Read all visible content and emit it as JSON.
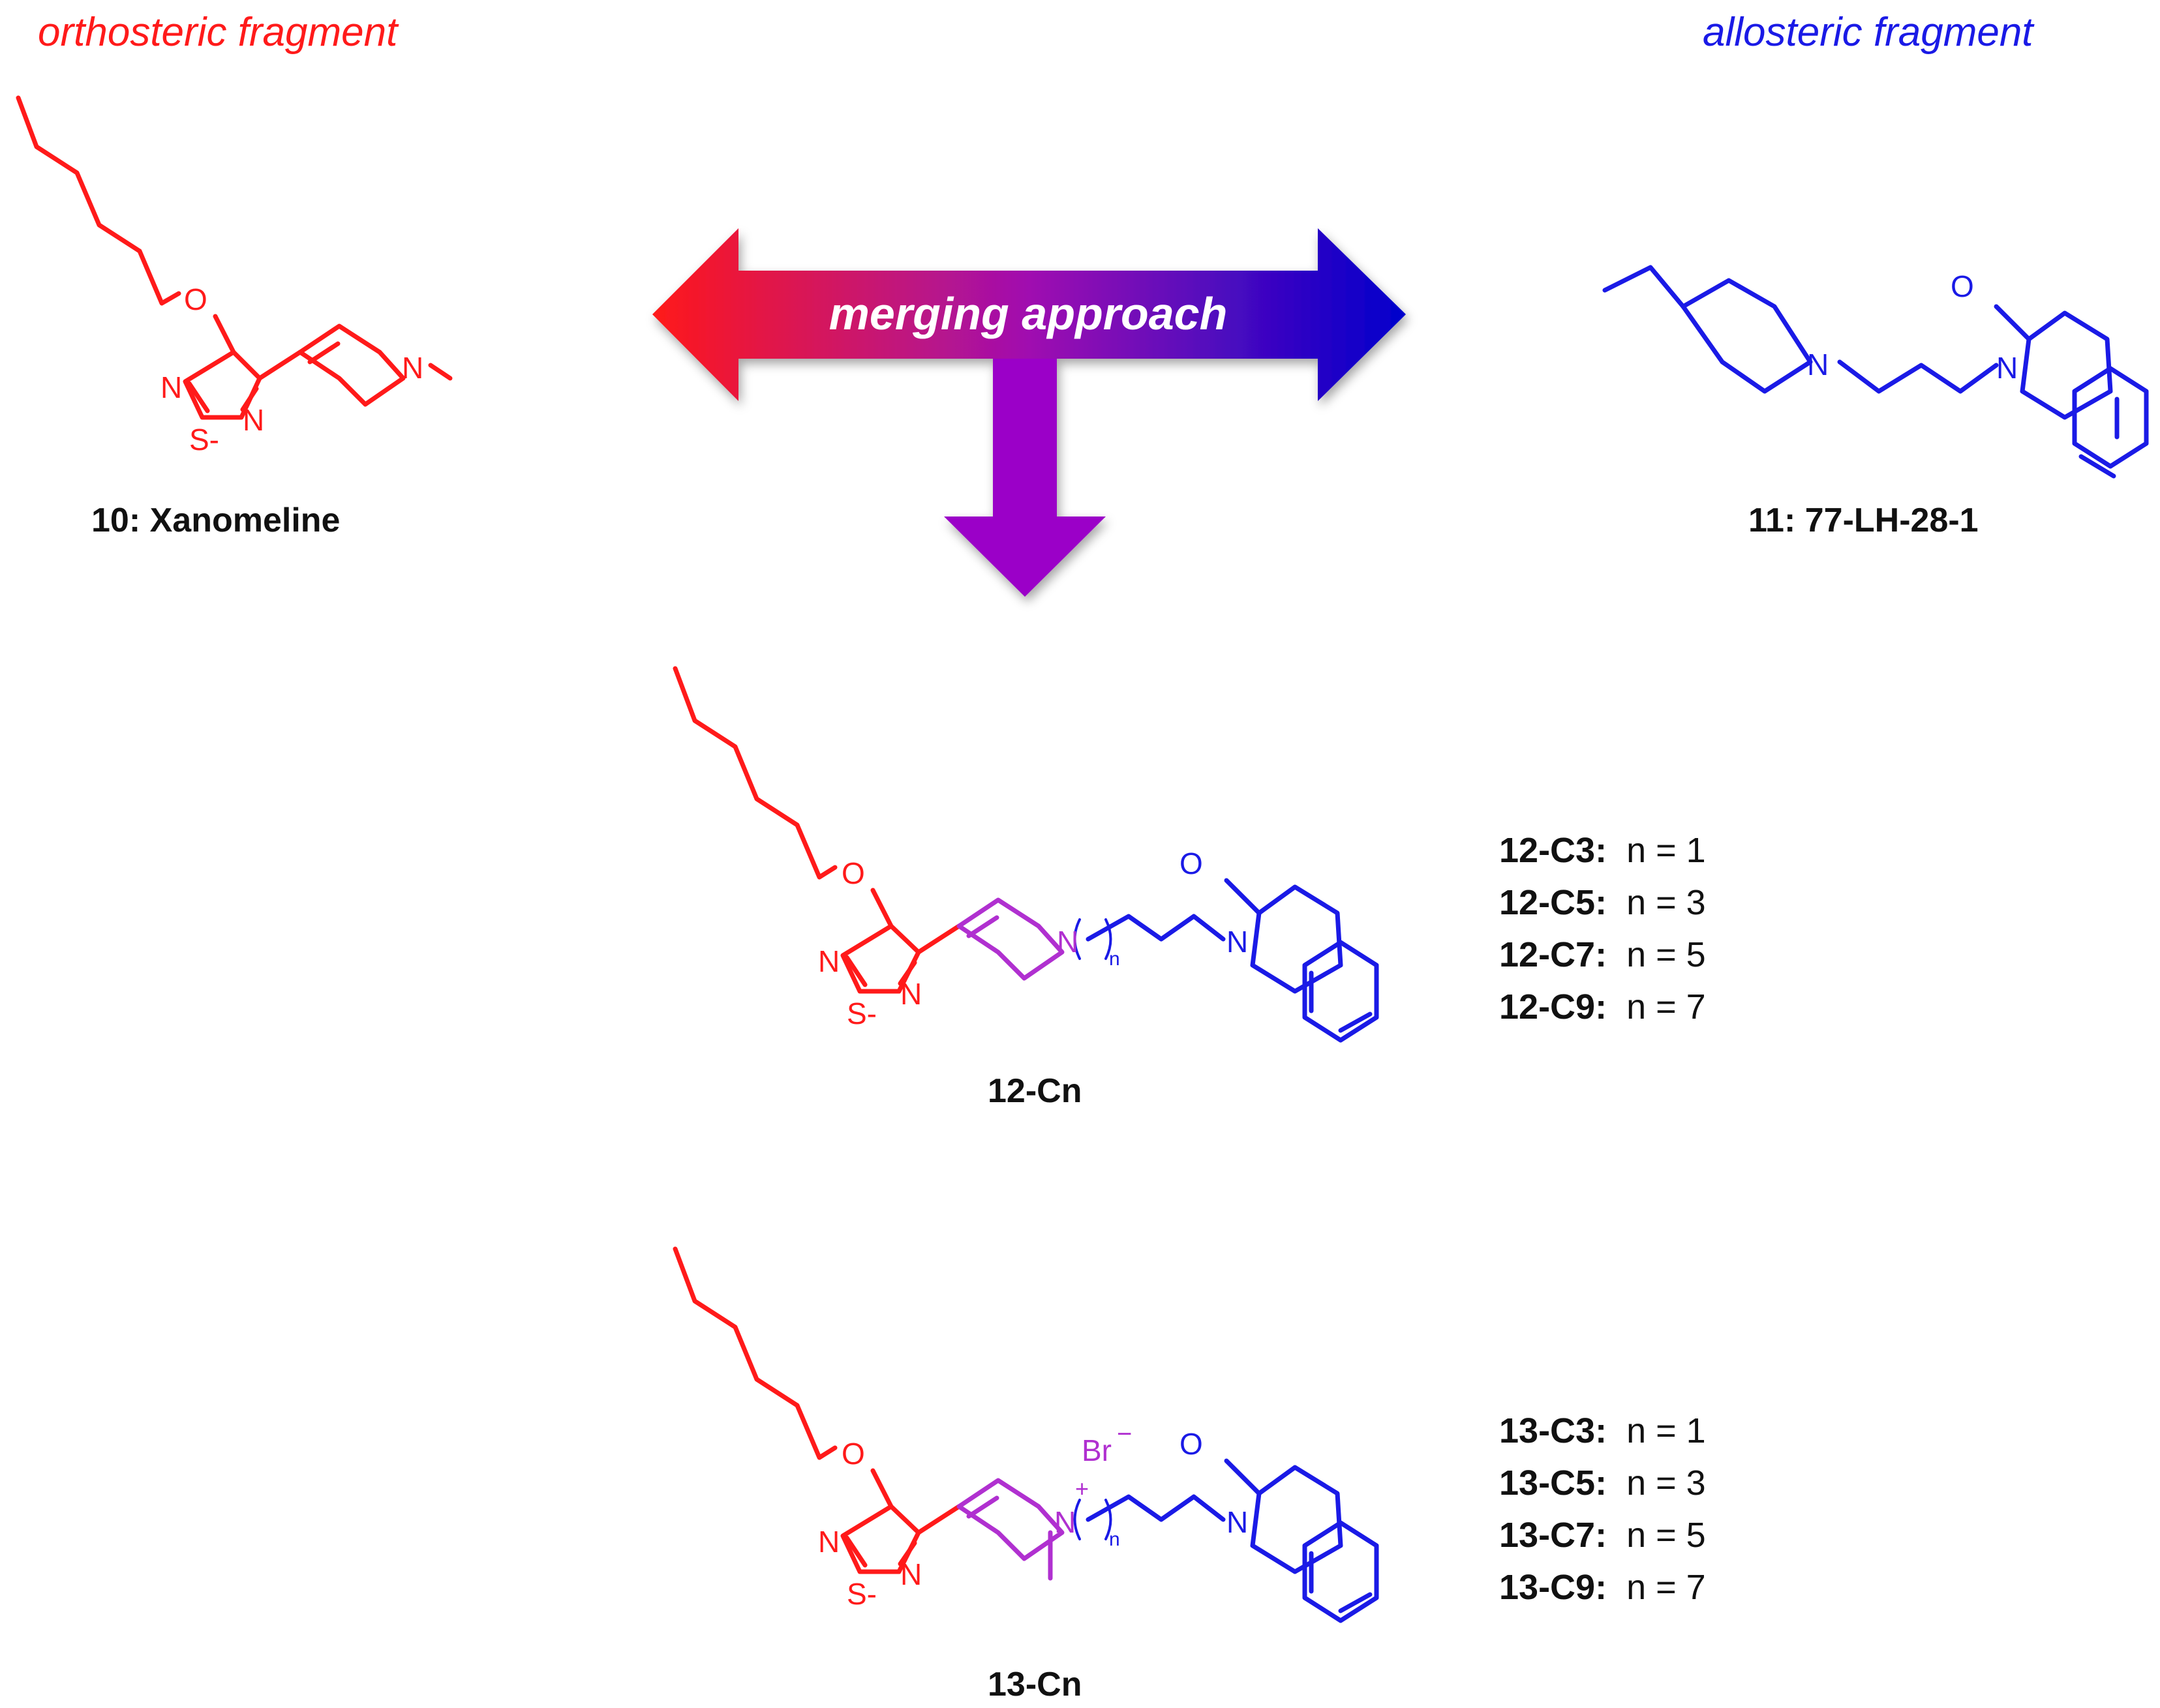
{
  "labels": {
    "orthosteric": "orthosteric fragment",
    "allosteric": "allosteric fragment",
    "merging": "merging approach"
  },
  "compounds": {
    "c10": "10: Xanomeline",
    "c11": "11: 77-LH-28-1",
    "c12": "12-Cn",
    "c13": "13-Cn"
  },
  "atoms": {
    "O": "O",
    "N": "N",
    "S": "S",
    "S_dash": "S-",
    "n_sub": "n",
    "Br": "Br",
    "minus": "−",
    "plus": "+"
  },
  "series12": [
    {
      "code": "12-C3:",
      "n": "n = 1"
    },
    {
      "code": "12-C5:",
      "n": "n = 3"
    },
    {
      "code": "12-C7:",
      "n": "n = 5"
    },
    {
      "code": "12-C9:",
      "n": "n = 7"
    }
  ],
  "series13": [
    {
      "code": "13-C3:",
      "n": "n = 1"
    },
    {
      "code": "13-C5:",
      "n": "n = 3"
    },
    {
      "code": "13-C7:",
      "n": "n = 5"
    },
    {
      "code": "13-C9:",
      "n": "n = 7"
    }
  ],
  "colors": {
    "orthosteric": "#ff1a1a",
    "allosteric": "#1a1ae6",
    "merged_ring": "#b030d0",
    "arrow_left": "#ff1a1a",
    "arrow_right": "#0000cc",
    "arrow_down": "#9b00c8"
  }
}
